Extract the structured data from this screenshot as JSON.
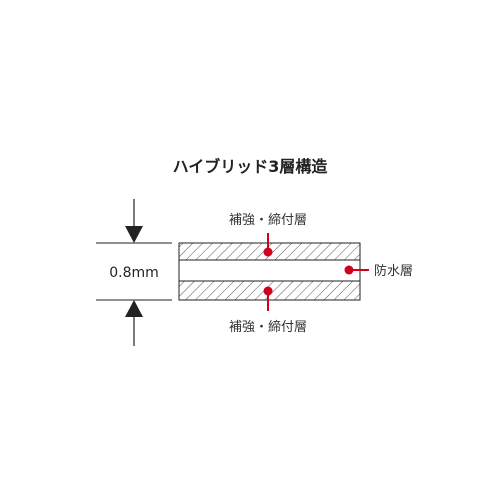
{
  "title": "ハイブリッド3層構造",
  "thickness_label": "0.8mm",
  "layers": {
    "top": "補強・締付層",
    "middle": "防水層",
    "bottom": "補強・締付層"
  },
  "colors": {
    "marker": "#d0021b",
    "line": "#222222",
    "hatch": "#555555",
    "background": "#ffffff"
  }
}
